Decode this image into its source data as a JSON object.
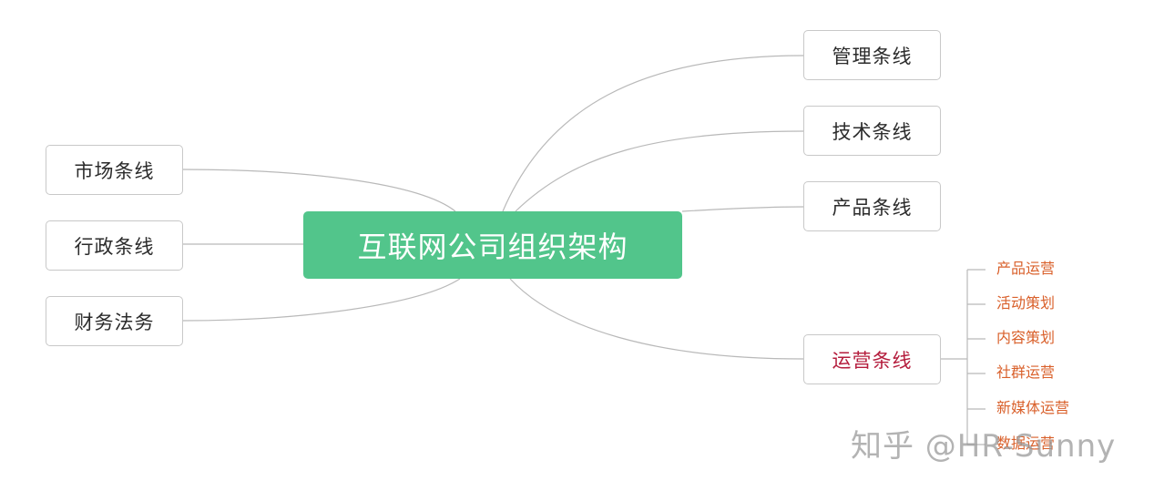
{
  "center": "互联网公司组织架构",
  "left_branches": [
    "市场条线",
    "行政条线",
    "财务法务"
  ],
  "right_branches": [
    "管理条线",
    "技术条线",
    "产品条线",
    "运营条线"
  ],
  "operations_sub": [
    "产品运营",
    "活动策划",
    "内容策划",
    "社群运营",
    "新媒体运营",
    "数据运营"
  ],
  "watermark": "知乎 @HR-Sunny",
  "colors": {
    "center_fill": "#52c58b",
    "operations_label": "#b41c3c",
    "sub_items": "#d9602b",
    "connector": "#b9b9b9"
  }
}
